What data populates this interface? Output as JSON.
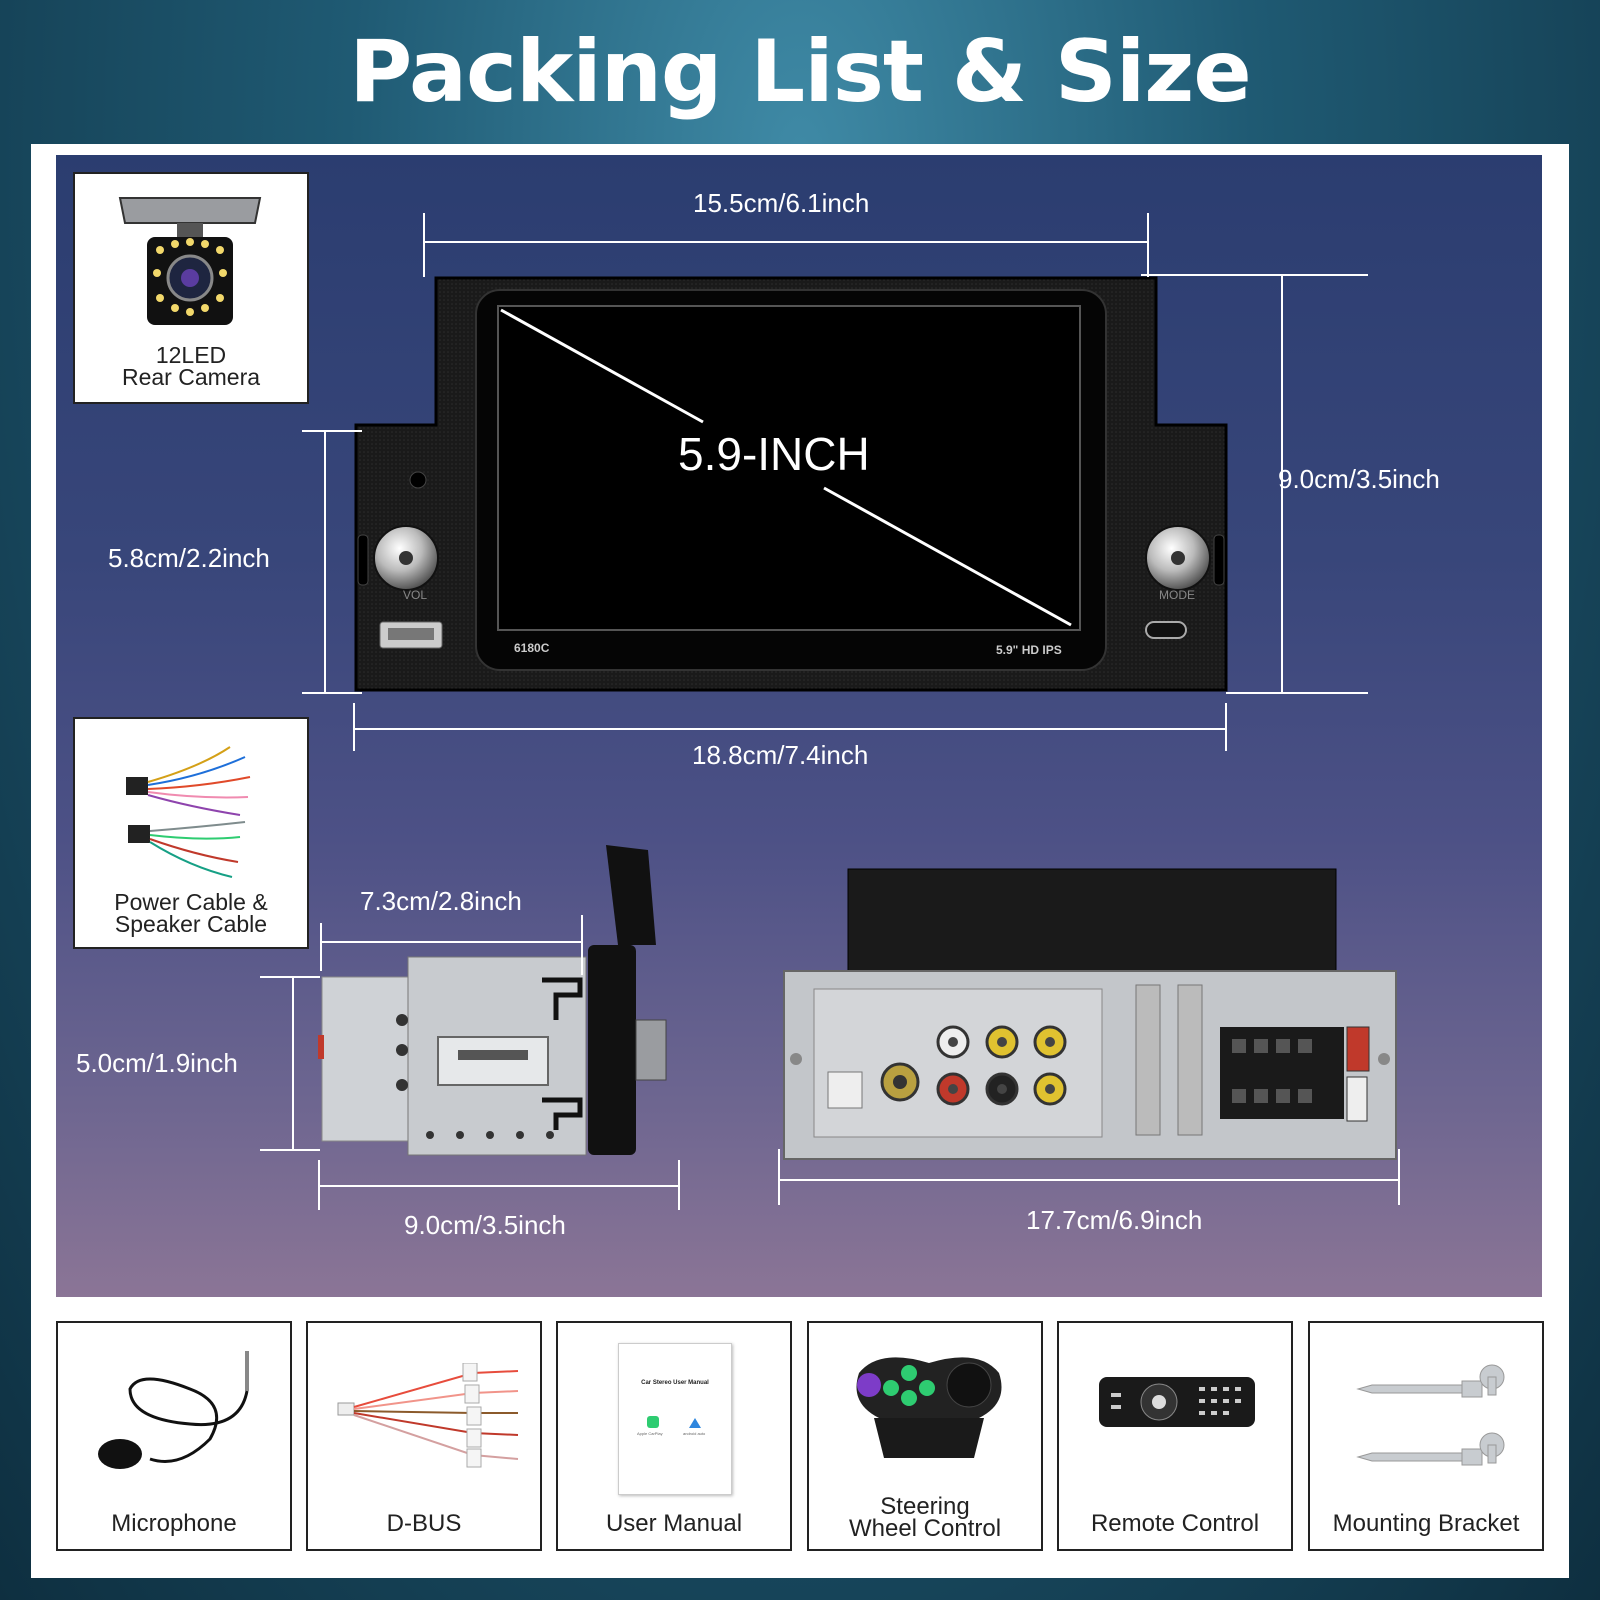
{
  "title": "Packing List & Size",
  "front_unit": {
    "screen_label": "5.9-INCH",
    "model": "6180C",
    "screen_spec": "5.9\" HD IPS",
    "knob_left_label": "VOL",
    "knob_right_label": "MODE"
  },
  "dimensions": {
    "top_width": "15.5cm/6.1inch",
    "full_height": "9.0cm/3.5inch",
    "body_height": "5.8cm/2.2inch",
    "full_width": "18.8cm/7.4inch",
    "side_depth": "7.3cm/2.8inch",
    "side_height": "5.0cm/1.9inch",
    "side_full_depth": "9.0cm/3.5inch",
    "back_width": "17.7cm/6.9inch"
  },
  "side_items": [
    {
      "line1": "12LED",
      "line2": "Rear Camera"
    },
    {
      "line1": "Power Cable &",
      "line2": "Speaker Cable"
    }
  ],
  "bottom_items": [
    {
      "label": "Microphone"
    },
    {
      "label": "D-BUS"
    },
    {
      "label": "User Manual",
      "doc_title": "Car Stereo User Manual",
      "badge_1": "Apple CarPlay",
      "badge_2": "android auto"
    },
    {
      "line1": "Steering",
      "line2": "Wheel Control"
    },
    {
      "label": "Remote Control"
    },
    {
      "label": "Mounting Bracket"
    }
  ]
}
